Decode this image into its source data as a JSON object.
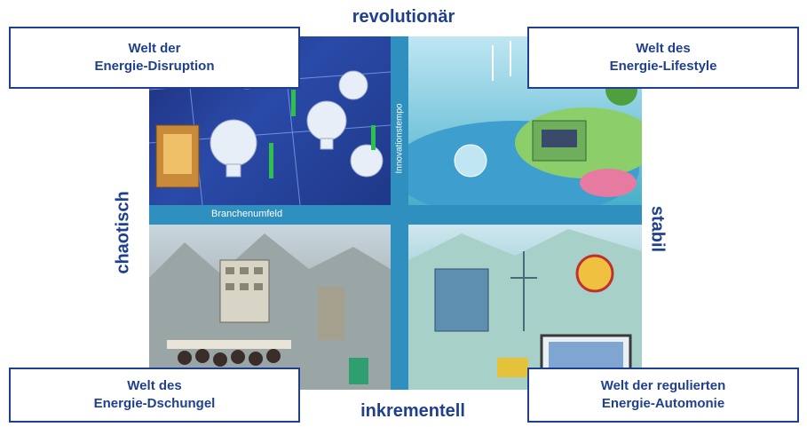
{
  "axes": {
    "top": "revolutionär",
    "bottom": "inkrementell",
    "left": "chaotisch",
    "right": "stabil"
  },
  "matrix": {
    "horizontal_bar_label": "Branchenumfeld",
    "vertical_bar_label": "Innovationstempo"
  },
  "worlds": {
    "top_left": {
      "line1": "Welt der",
      "line2": "Energie-Disruption"
    },
    "top_right": {
      "line1": "Welt des",
      "line2": "Energie-Lifestyle"
    },
    "bottom_left": {
      "line1": "Welt des",
      "line2": "Energie-Dschungel"
    },
    "bottom_right": {
      "line1": "Welt der regulierten",
      "line2": "Energie-Automonie"
    }
  },
  "colors": {
    "label_blue": "#1f3f8f",
    "bar_blue": "#2f8fbf"
  }
}
